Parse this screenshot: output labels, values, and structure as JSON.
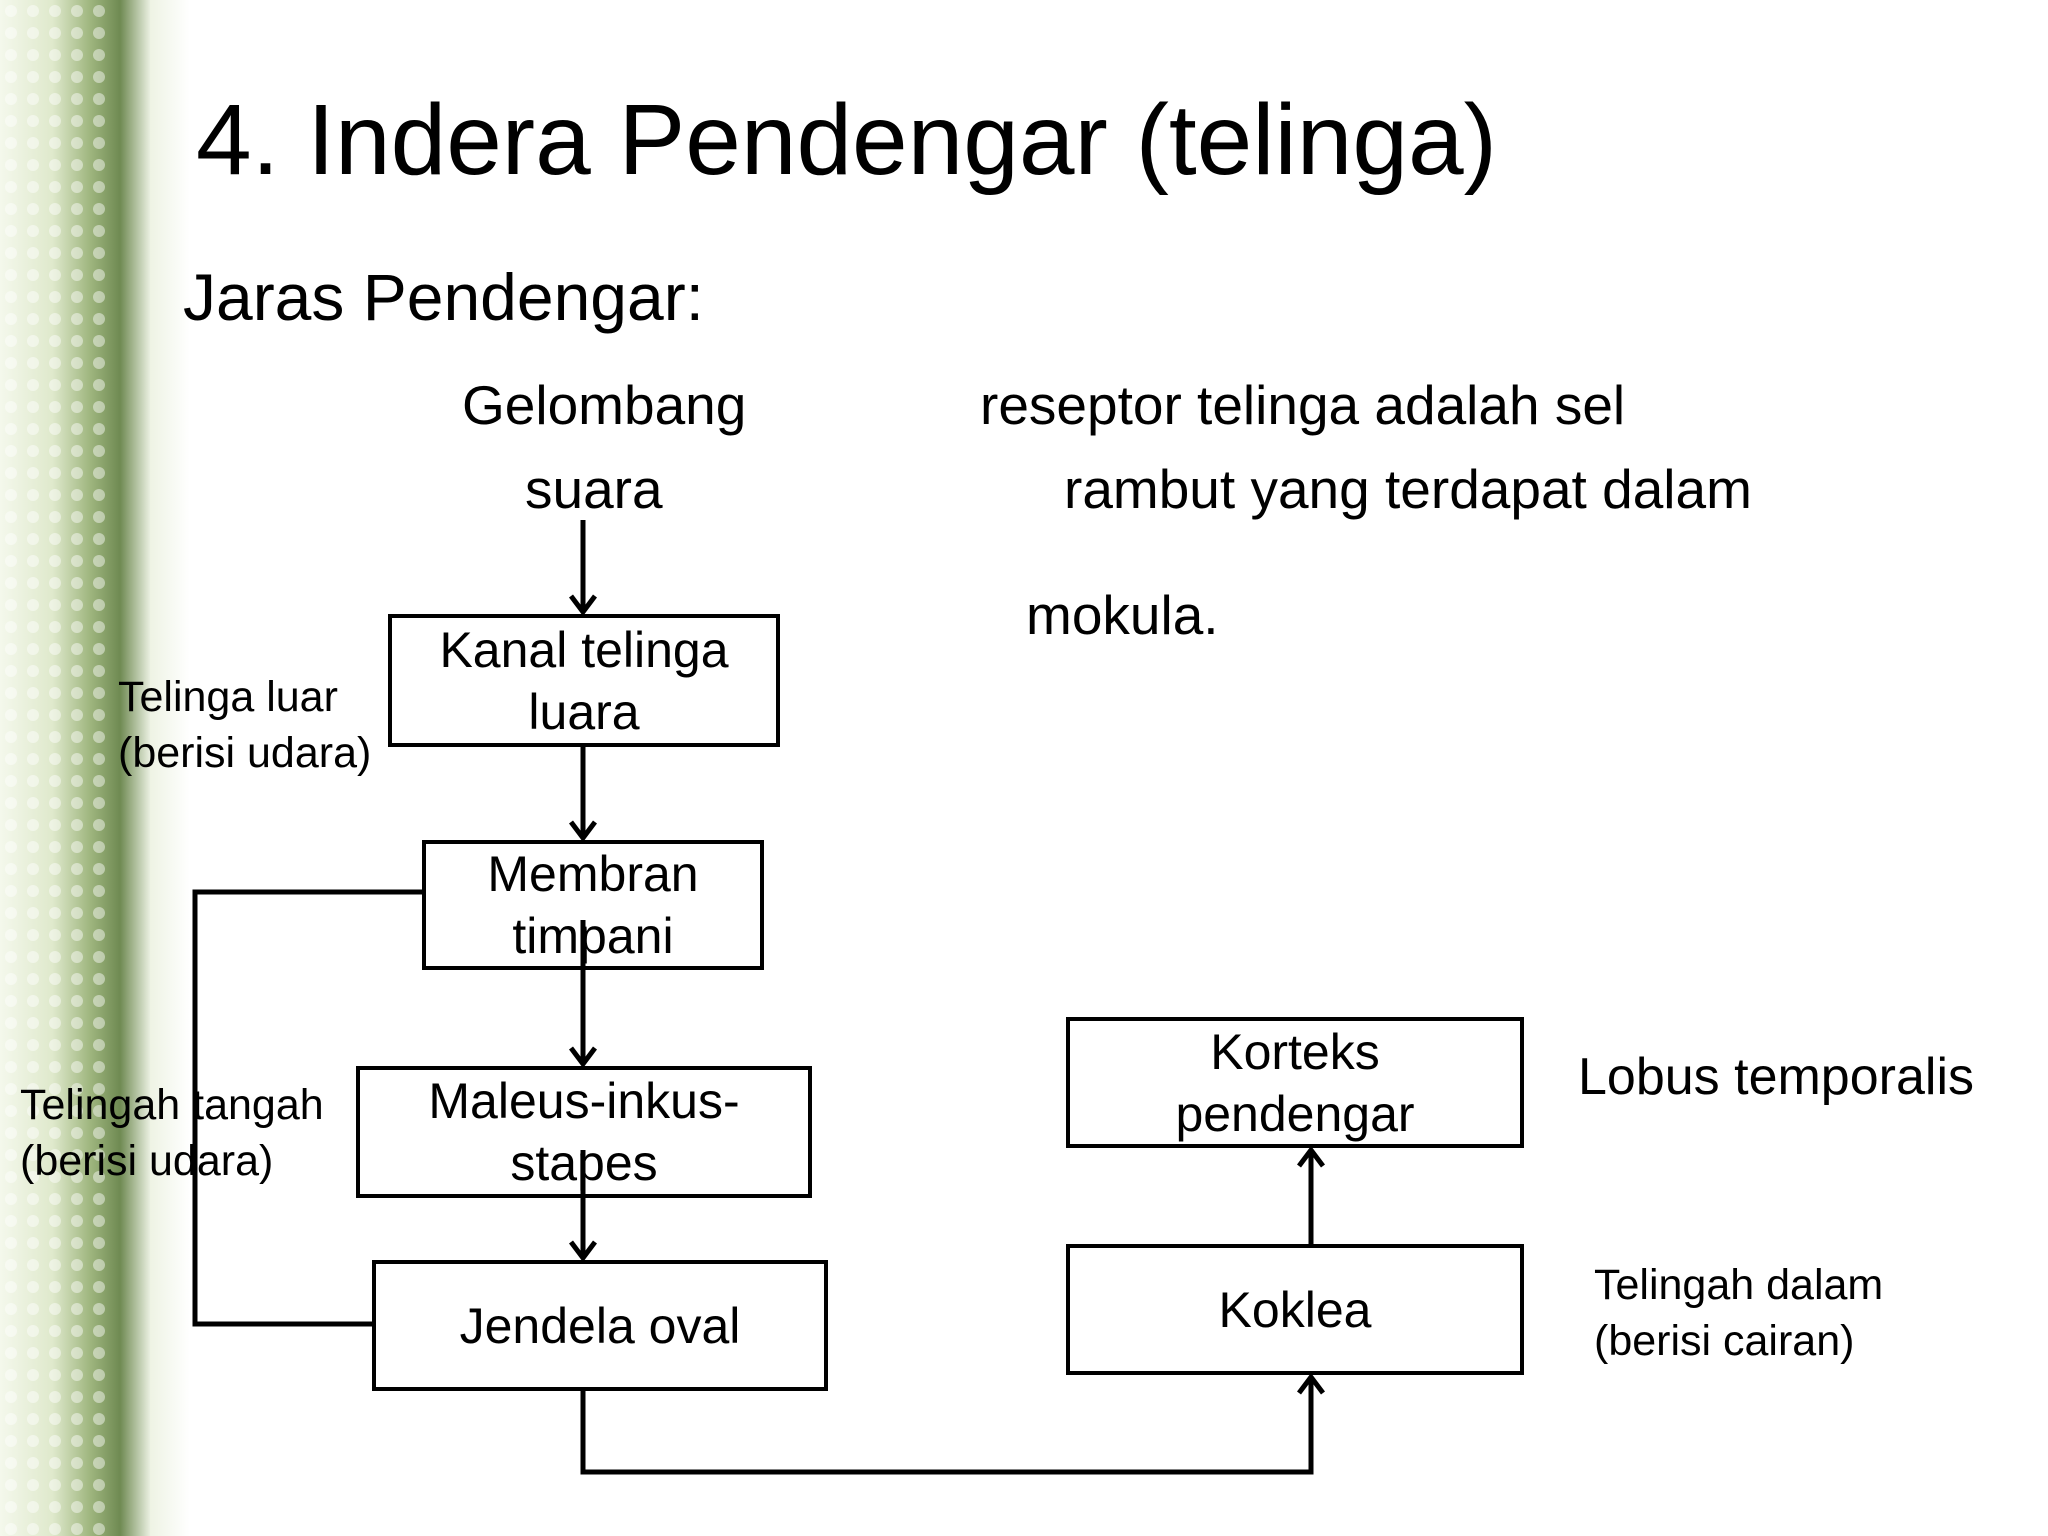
{
  "slide": {
    "title": "4. Indera Pendengar (telinga)",
    "subtitle": "Jaras Pendengar:",
    "accent_colors": [
      "#6f8f4e",
      "#a9c27f",
      "#e6efd6"
    ]
  },
  "flow": {
    "start_label": [
      "Gelombang",
      "suara"
    ],
    "boxes": {
      "kanal": [
        "Kanal telinga",
        "luara"
      ],
      "membran": [
        "Membran",
        "timpani"
      ],
      "maleus": [
        "Maleus-inkus-",
        "stapes"
      ],
      "jendela": [
        "Jendela oval"
      ],
      "koklea": [
        "Koklea"
      ],
      "korteks": [
        "Korteks",
        "pendengar"
      ]
    }
  },
  "annotations": {
    "receptor_note": [
      "reseptor telinga adalah sel",
      "rambut yang terdapat dalam",
      "mokula."
    ],
    "outer_ear": [
      "Telinga luar",
      "(berisi udara)"
    ],
    "middle_ear": [
      "Telingah tangah",
      "(berisi udara)"
    ],
    "temporal_lobe": "Lobus temporalis",
    "inner_ear": [
      "Telingah dalam",
      "(berisi cairan)"
    ]
  }
}
